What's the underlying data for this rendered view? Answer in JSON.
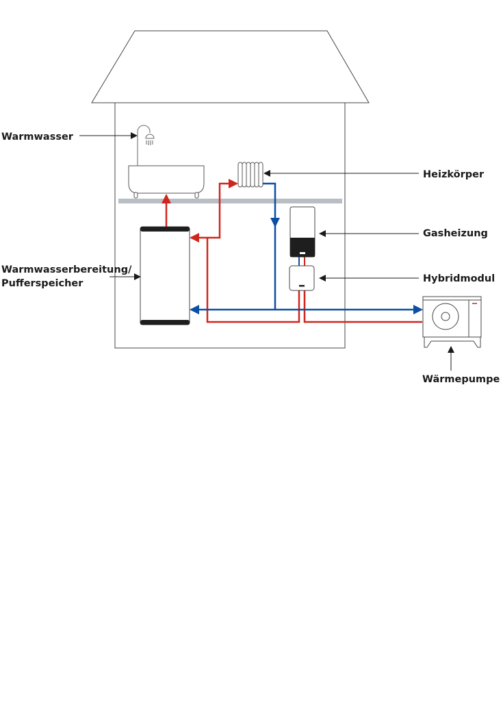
{
  "labels": {
    "warmwasser": "Warmwasser",
    "heizkoerper": "Heizkörper",
    "gasheizung": "Gasheizung",
    "hybridmodul": "Hybridmodul",
    "speicher_line1": "Warmwasserbereitung/",
    "speicher_line2": "Pufferspeicher",
    "waermepumpe": "Wärmepumpe"
  },
  "colors": {
    "flow_hot": "#d0251c",
    "flow_cold": "#0a4fa3",
    "outline": "#444444",
    "floor": "#b8bec3",
    "dark": "#1e1e1e"
  }
}
